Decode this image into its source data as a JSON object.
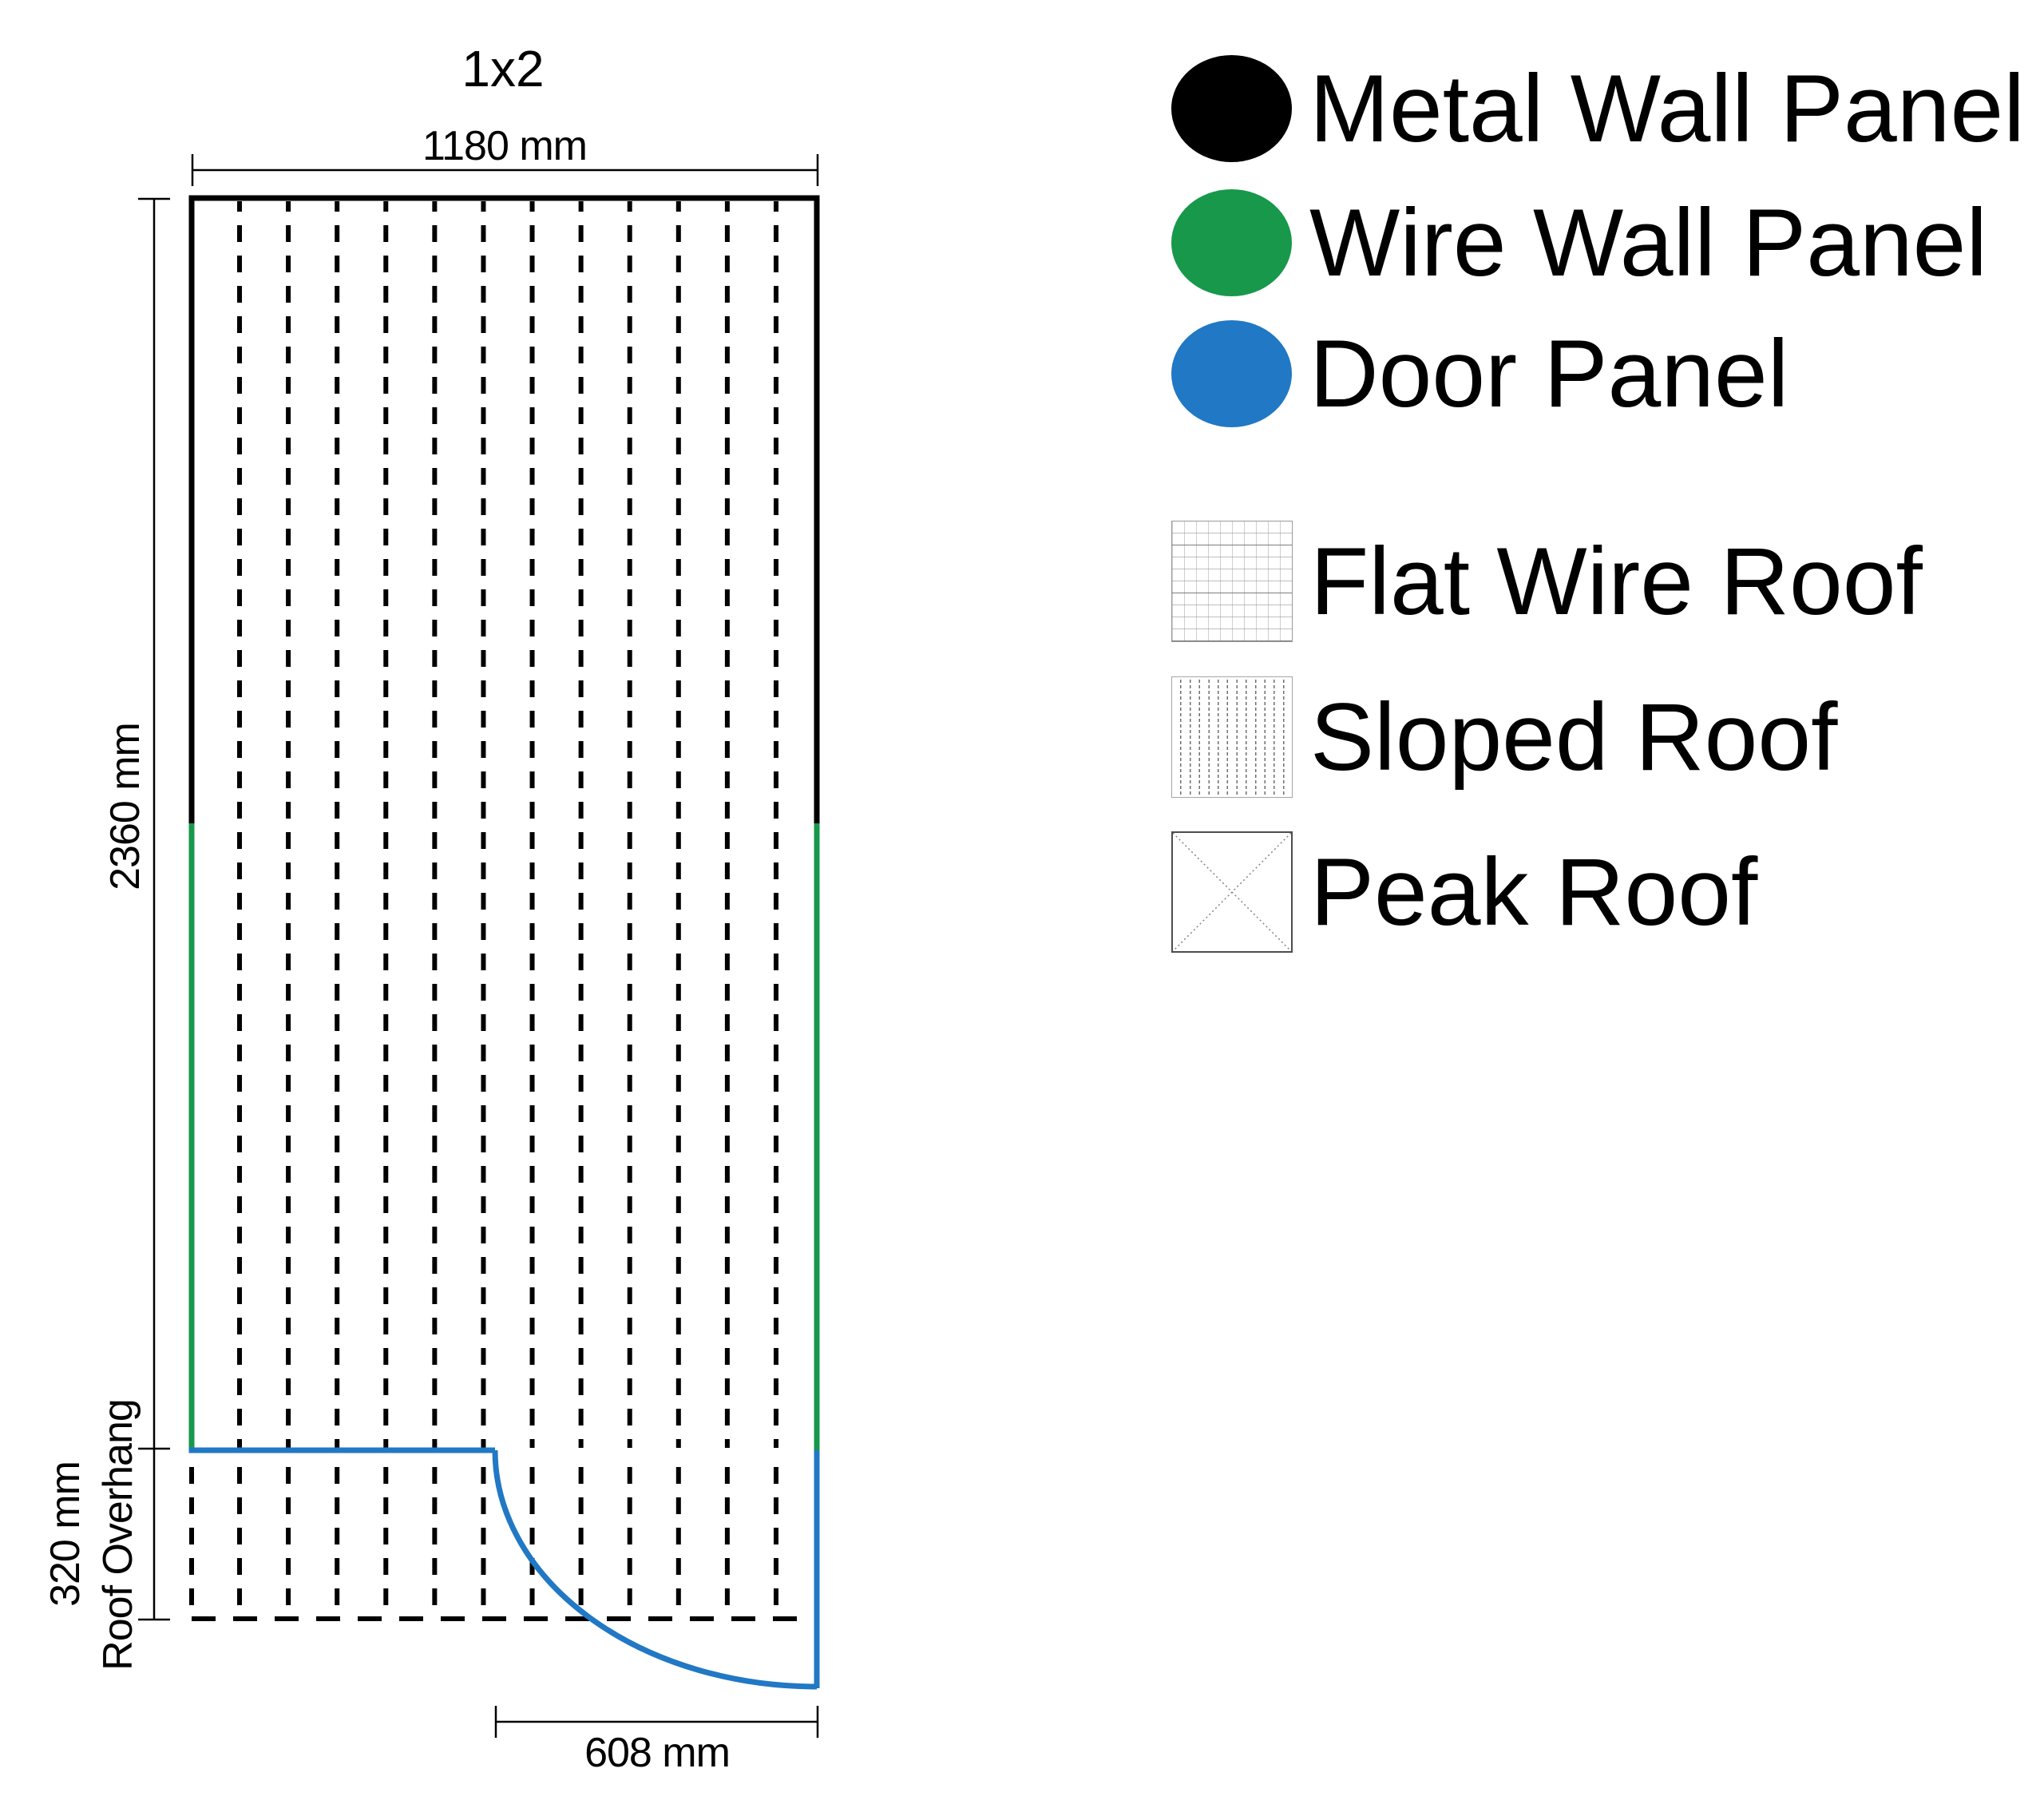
{
  "title": "1x2",
  "diagram": {
    "width_label": "1180 mm",
    "height_label": "2360 mm",
    "overhang_label": "320 mm",
    "overhang_sublabel": "Roof Overhang",
    "door_width_label": "608 mm"
  },
  "colors": {
    "metal": "#000000",
    "wire": "#17984b",
    "door": "#2178c4"
  },
  "legend": {
    "items": [
      {
        "label": "Metal Wall Panel",
        "icon": "black-circle-icon"
      },
      {
        "label": "Wire Wall Panel",
        "icon": "green-circle-icon"
      },
      {
        "label": "Door Panel",
        "icon": "blue-circle-icon"
      },
      {
        "label": "Flat Wire Roof",
        "icon": "grid-swatch-icon"
      },
      {
        "label": "Sloped Roof",
        "icon": "dashed-swatch-icon"
      },
      {
        "label": "Peak Roof",
        "icon": "x-swatch-icon"
      }
    ]
  }
}
